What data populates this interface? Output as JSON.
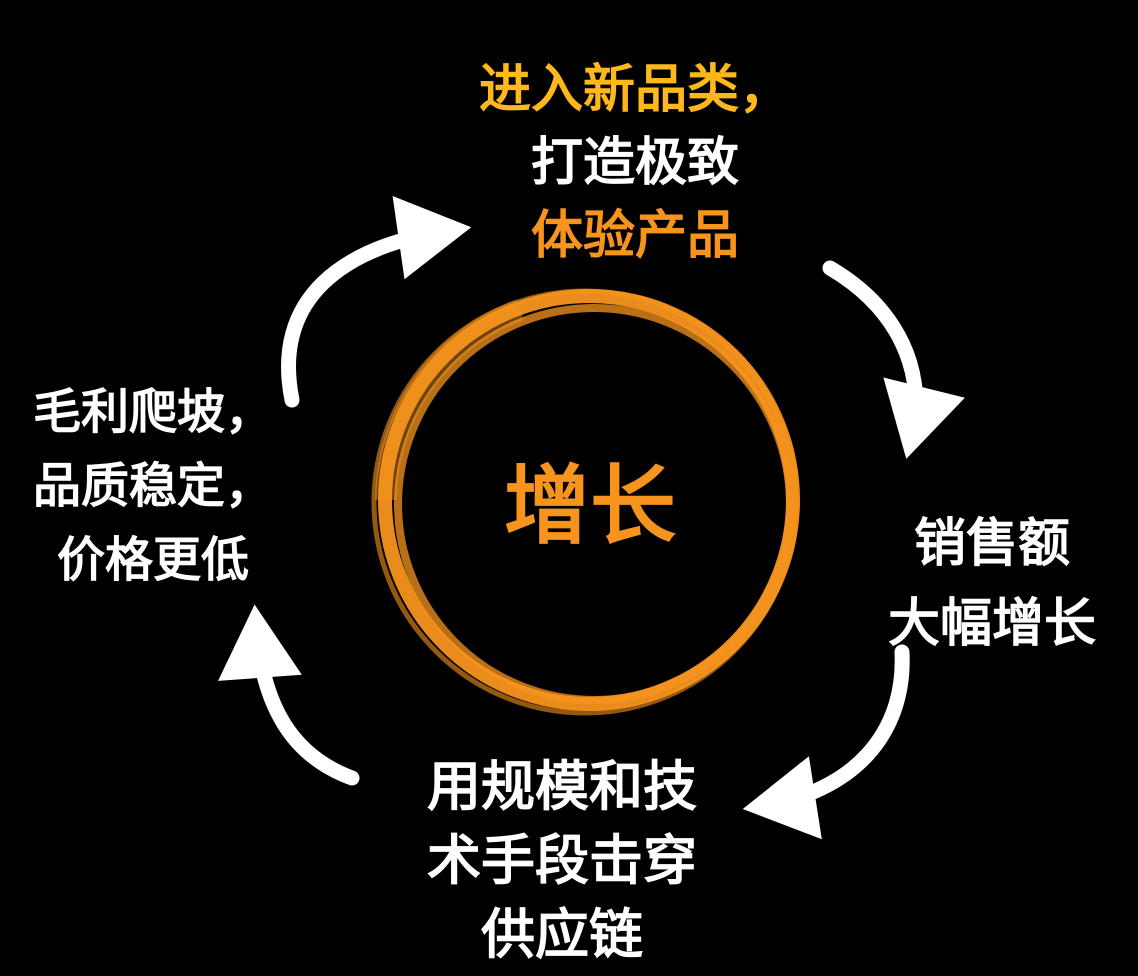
{
  "center": {
    "label": "增长"
  },
  "top": {
    "lines": [
      "进入新品类，",
      "打造极致",
      "体验产品"
    ]
  },
  "right": {
    "lines": [
      "销售额",
      "大幅增长"
    ]
  },
  "bottom": {
    "lines": [
      "用规模和技",
      "术手段击穿",
      "供应链"
    ]
  },
  "left": {
    "lines": [
      "毛利爬坡，",
      "品质稳定，",
      "价格更低"
    ]
  },
  "colors": {
    "background": "#000000",
    "ring": "#F7941D",
    "center_label": "#F7941D",
    "top_line1": "#FFB81C",
    "top_line2": "#FFFFFF",
    "top_line3": "#F7941D",
    "body_text": "#FFFFFF",
    "arrows": "#FFFFFF"
  }
}
